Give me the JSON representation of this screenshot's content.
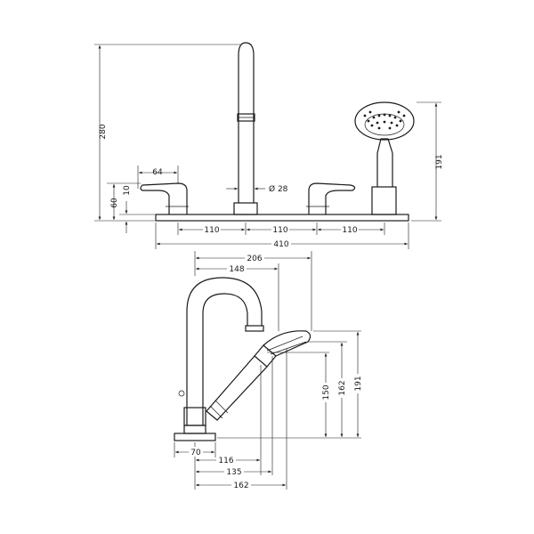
{
  "front_view": {
    "dim_height_280": "280",
    "dim_width_64": "64",
    "dim_height_10": "10",
    "dim_height_60": "60",
    "dim_diameter": "Ø 28",
    "dim_height_191": "191",
    "dim_spacing_a": "110",
    "dim_spacing_b": "110",
    "dim_spacing_c": "110",
    "dim_total_410": "410"
  },
  "side_view": {
    "dim_206": "206",
    "dim_148": "148",
    "dim_150": "150",
    "dim_162_vertical": "162",
    "dim_191": "191",
    "dim_70": "70",
    "dim_116": "116",
    "dim_135": "135",
    "dim_162_horizontal": "162"
  }
}
